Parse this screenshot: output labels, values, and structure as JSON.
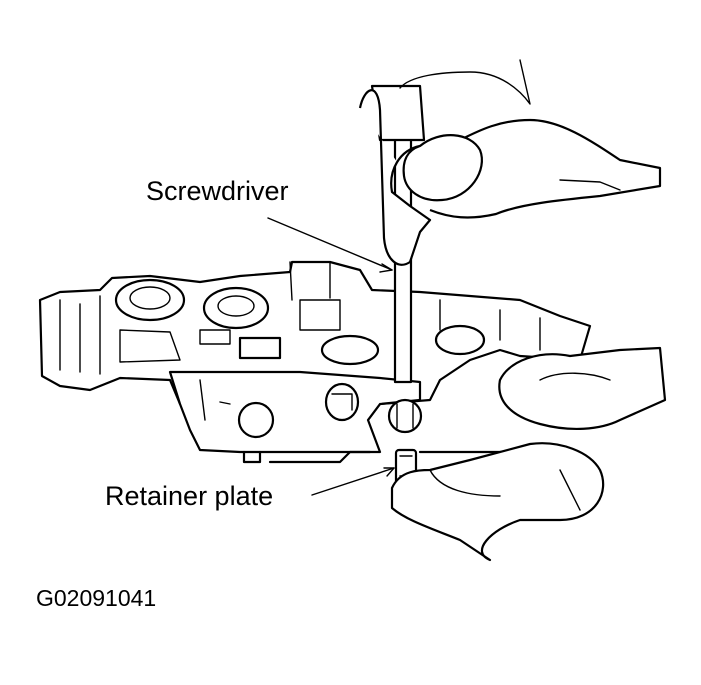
{
  "labels": {
    "screwdriver": "Screwdriver",
    "retainer_plate": "Retainer plate"
  },
  "figure_id": "G02091041"
}
